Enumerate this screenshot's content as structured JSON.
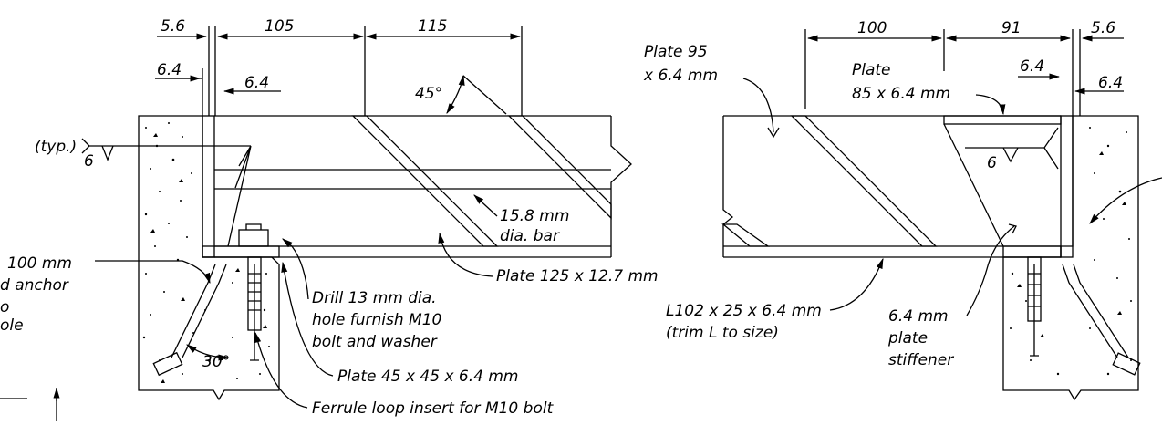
{
  "dims_left": {
    "d1": "5.6",
    "d2": "105",
    "d3": "115",
    "d4": "6.4",
    "d5": "6.4",
    "angle": "45°"
  },
  "dims_right": {
    "d1": "100",
    "d2": "91",
    "d3": "5.6",
    "d4": "6.4",
    "d5": "6.4"
  },
  "labels": {
    "typ": "(typ.)",
    "weld_left": "6",
    "weld_right": "6",
    "bar_l1": "15.8 mm",
    "bar_l2": "dia. bar",
    "plate125": "Plate 125 x 12.7 mm",
    "anchor_l1": "100 mm",
    "anchor_l2": "d anchor",
    "anchor_l3": "o",
    "anchor_l4": "ole",
    "angle30": "30°",
    "drill_l1": "Drill 13 mm dia.",
    "drill_l2": "hole furnish M10",
    "drill_l3": "bolt and washer",
    "plate45": "Plate 45 x 45 x 6.4 mm",
    "ferrule": "Ferrule loop insert for M10 bolt",
    "plate95_l1": "Plate 95",
    "plate95_l2": "x 6.4 mm",
    "plate85_l1": "Plate",
    "plate85_l2": "85 x 6.4 mm",
    "angle_l1": "L102 x 25 x 6.4 mm",
    "angle_l2": "(trim L to size)",
    "stiff_l1": "6.4 mm",
    "stiff_l2": "plate",
    "stiff_l3": "stiffener"
  }
}
